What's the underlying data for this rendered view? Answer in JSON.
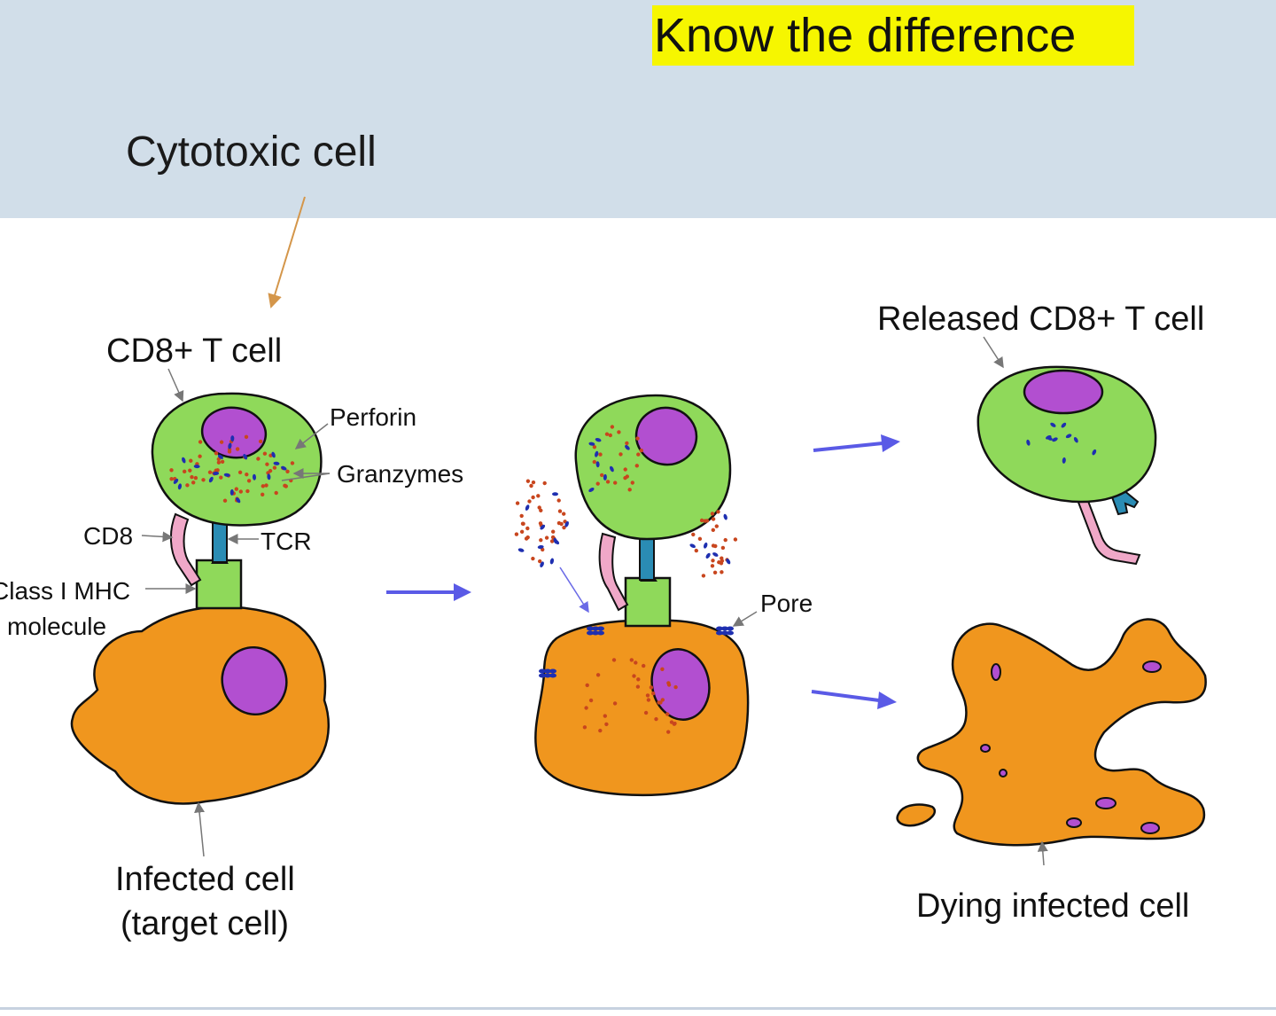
{
  "title": "Know the difference",
  "subtitle": "Cytotoxic cell",
  "labels": {
    "cd8_t_cell": "CD8+ T cell",
    "perforin": "Perforin",
    "granzymes": "Granzymes",
    "cd8": "CD8",
    "tcr": "TCR",
    "mhc_line1": "Class I MHC",
    "mhc_line2": "molecule",
    "infected_line1": "Infected cell",
    "infected_line2": "(target cell)",
    "pore": "Pore",
    "released": "Released CD8+ T cell",
    "dying": "Dying infected cell"
  },
  "colors": {
    "header_band": "#d1dee9",
    "title_highlight": "#f6f600",
    "t_cell": "#8fd95a",
    "infected_cell": "#f0961e",
    "nucleus": "#b24fd0",
    "cd8_receptor": "#f0a8c8",
    "tcr_receptor": "#2a8cb4",
    "mhc": "#8fd95a",
    "perforin_dots": "#1e2fb0",
    "granzyme_dots": "#c8461e",
    "process_arrow": "#5a5ae6",
    "pointer_arrow": "#d4964a"
  }
}
